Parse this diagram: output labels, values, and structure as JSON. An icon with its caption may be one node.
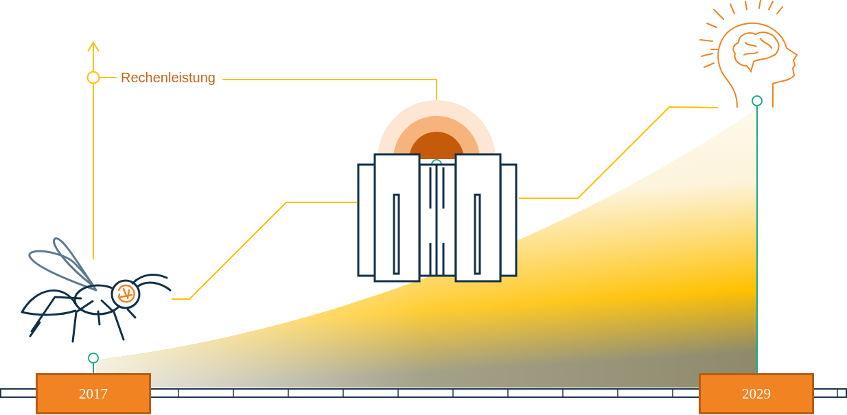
{
  "diagram": {
    "nodes": [
      {
        "text": [
          "Rechenleistung"
        ]
      },
      {
        "text": [],
        "shape": "picture"
      },
      {
        "text": [],
        "shape": "picture"
      },
      {
        "text": [],
        "shape": "picture"
      },
      {
        "text": [
          "2017"
        ]
      },
      {
        "text": [
          "2029"
        ]
      }
    ],
    "edges": [
      {
        "from": 0,
        "to": 2,
        "arrow": "other"
      },
      {
        "from": 1,
        "to": 2,
        "arrow": "none"
      },
      {
        "from": 2,
        "to": 3,
        "arrow": "none"
      },
      {
        "from": 4,
        "to": 1,
        "arrow": "other",
        "color": "#1aa98a"
      },
      {
        "from": 5,
        "to": 3,
        "arrow": "other",
        "color": "#1aa98a"
      }
    ]
  }
}
